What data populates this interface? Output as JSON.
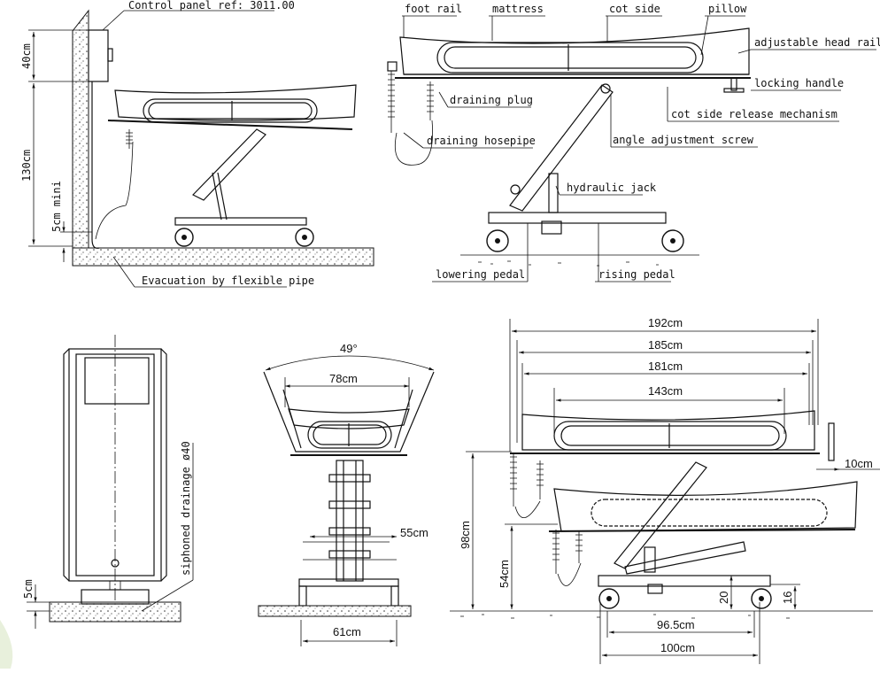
{
  "side_view": {
    "control_panel": "Control panel ref: 3011.00",
    "dim_40": "40cm",
    "dim_130": "130cm",
    "dim_5_mini": "5cm mini",
    "evacuation": "Evacuation by flexible pipe"
  },
  "parts": {
    "foot_rail": "foot rail",
    "mattress": "mattress",
    "cot_side": "cot side",
    "pillow": "pillow",
    "adjustable_head_rail": "adjustable head rail",
    "locking_handle": "locking handle",
    "draining_plug": "draining plug",
    "cot_side_release": "cot side release mechanism",
    "draining_hosepipe": "draining hosepipe",
    "angle_adjustment_screw": "angle adjustment screw",
    "hydraulic_jack": "hydraulic jack",
    "lowering_pedal": "lowering pedal",
    "rising_pedal": "rising pedal"
  },
  "top_view": {
    "siphoned_drainage": "siphoned drainage ø40",
    "dim_5": "5cm"
  },
  "end_view": {
    "angle": "49°",
    "dim_78": "78cm",
    "dim_55": "55cm",
    "dim_61": "61cm"
  },
  "dims_view": {
    "dim_192": "192cm",
    "dim_185": "185cm",
    "dim_181": "181cm",
    "dim_143": "143cm",
    "dim_10": "10cm",
    "dim_98": "98cm",
    "dim_54": "54cm",
    "dim_20": "20",
    "dim_16": "16",
    "dim_965": "96.5cm",
    "dim_100": "100cm"
  }
}
